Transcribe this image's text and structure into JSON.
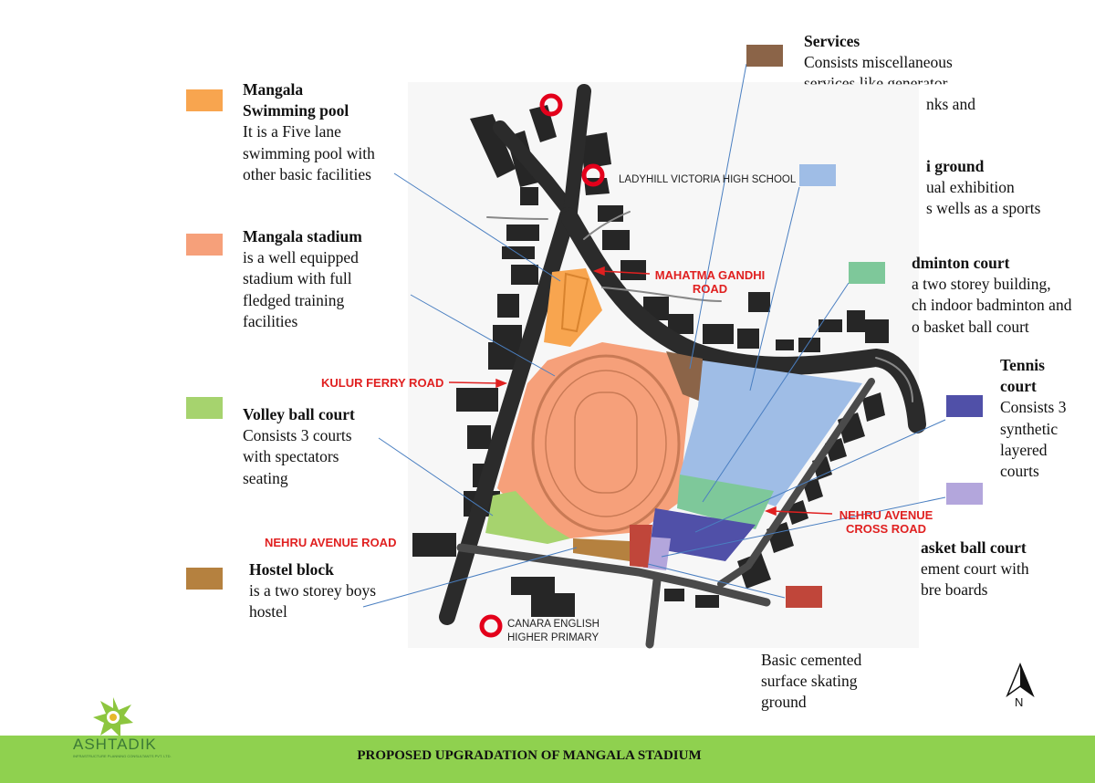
{
  "legend": [
    {
      "id": "swimming",
      "color": "#f8a54f",
      "title": "Mangala Swimming pool",
      "title_lines": [
        "Mangala",
        "Swimming pool"
      ],
      "lines": [
        "It is a Five lane",
        "swimming pool with",
        "other basic facilities"
      ]
    },
    {
      "id": "stadium",
      "color": "#f6a07a",
      "title": "Mangala stadium",
      "title_lines": [
        "Mangala stadium"
      ],
      "lines": [
        "is a well equipped",
        "stadium with full",
        "fledged training",
        "facilities"
      ]
    },
    {
      "id": "volley",
      "color": "#a6d36e",
      "title": "Volley ball court",
      "title_lines": [
        "Volley ball court"
      ],
      "lines": [
        "Consists 3 courts",
        "with spectators",
        "seating"
      ]
    },
    {
      "id": "hostel",
      "color": "#b5813f",
      "title": "Hostel block",
      "title_lines": [
        "Hostel block"
      ],
      "lines": [
        "is a two storey boys",
        "hostel"
      ]
    },
    {
      "id": "services",
      "color": "#8b6448",
      "title": "Services",
      "title_lines": [
        "Services"
      ],
      "lines": [
        "Consists miscellaneous",
        "services like generator",
        "nks and"
      ]
    },
    {
      "id": "ground",
      "color": "#9fbde6",
      "title": "i ground",
      "title_lines": [
        "i ground"
      ],
      "lines": [
        "ual exhibition",
        "s wells as a sports"
      ]
    },
    {
      "id": "badminton",
      "color": "#7ec89a",
      "title": "dminton court",
      "title_lines": [
        "dminton court"
      ],
      "lines": [
        "a two storey building,",
        "ch indoor badminton and",
        "o basket ball court"
      ]
    },
    {
      "id": "tennis",
      "color": "#5050a8",
      "title": "Tennis court",
      "title_lines": [
        "Tennis",
        "court"
      ],
      "lines": [
        "Consists 3",
        "synthetic",
        "layered",
        "courts"
      ]
    },
    {
      "id": "basketball",
      "color": "#b3a6dc",
      "title": "asket ball court",
      "title_lines": [
        "asket ball court"
      ],
      "lines": [
        "ement court with",
        "bre boards"
      ]
    },
    {
      "id": "skating",
      "color": "#c0463a",
      "title": "",
      "title_lines": [],
      "lines": [
        "Basic cemented",
        "surface skating",
        "ground"
      ]
    }
  ],
  "road_labels": {
    "mg_road": "MAHATMA GANDHI ROAD",
    "mg_road_l1": "MAHATMA GANDHI",
    "mg_road_l2": "ROAD",
    "kulur": "KULUR FERRY ROAD",
    "nehru_avenue_road": "NEHRU AVENUE ROAD",
    "nehru_cross": "NEHRU AVENUE CROSS ROAD",
    "nehru_cross_l1": "NEHRU AVENUE",
    "nehru_cross_l2": "CROSS ROAD"
  },
  "places": {
    "ladyhill": "LADYHILL VICTORIA HIGH SCHOOL",
    "canara": "CANARA ENGLISH HIGHER PRIMARY",
    "canara_l1": "CANARA ENGLISH",
    "canara_l2": "HIGHER PRIMARY"
  },
  "north": "N",
  "logo": {
    "name": "ASHTADIK",
    "tagline": "INFRASTRUCTURE PLANNING CONSULTANTS PVT. LTD."
  },
  "footer": {
    "title": "PROPOSED UPGRADATION OF MANGALA STADIUM"
  },
  "colors": {
    "road": "#2b2b2b",
    "marker": "#e3001b",
    "footer_bar": "#8fd14f",
    "leader": "#4a7fc1"
  }
}
